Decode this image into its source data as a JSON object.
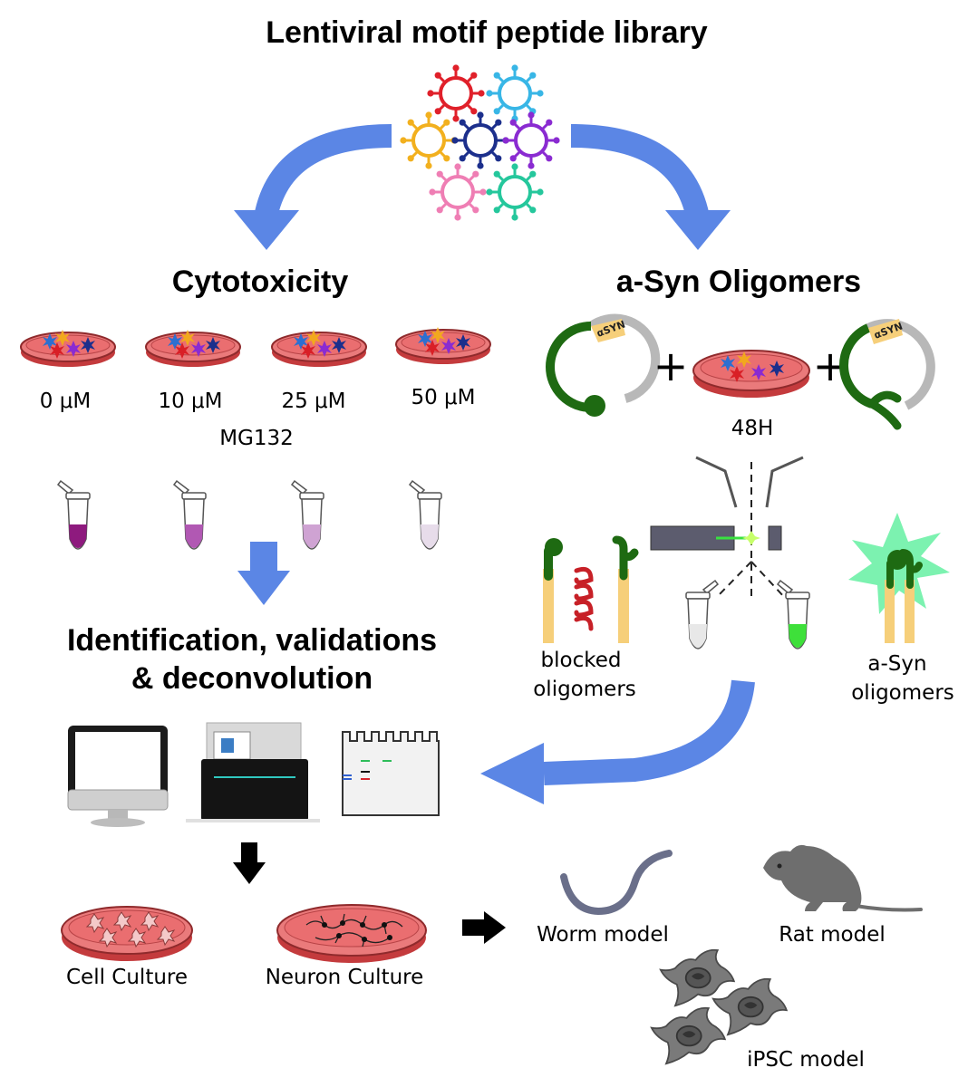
{
  "title": "Lentiviral motif peptide library",
  "virus_colors": [
    "#e0202a",
    "#38b6e6",
    "#f2b01e",
    "#1c2f8c",
    "#8a2bd1",
    "#ef7eb4",
    "#25c79c"
  ],
  "arrow_color": "#5b86e5",
  "left_branch": {
    "heading": "Cytotoxicity",
    "doses": [
      "0 μM",
      "10 μM",
      "25 μM",
      "50 μM"
    ],
    "compound": "MG132",
    "tube_fills": [
      "#8e1a7e",
      "#b158b3",
      "#cfa3d3",
      "#e7dcea"
    ]
  },
  "right_branch": {
    "heading": "a-Syn Oligomers",
    "construct_label": "αSYN",
    "plus": "+",
    "time": "48H",
    "blocked_label_line1": "blocked",
    "blocked_label_line2": "oligomers",
    "asyn_label_line1": "a-Syn",
    "asyn_label_line2": "oligomers"
  },
  "identification": {
    "line1": "Identification, validations",
    "line2": "& deconvolution"
  },
  "cultures": [
    "Cell Culture",
    "Neuron Culture"
  ],
  "models": [
    "Worm model",
    "Rat model",
    "iPSC model"
  ]
}
